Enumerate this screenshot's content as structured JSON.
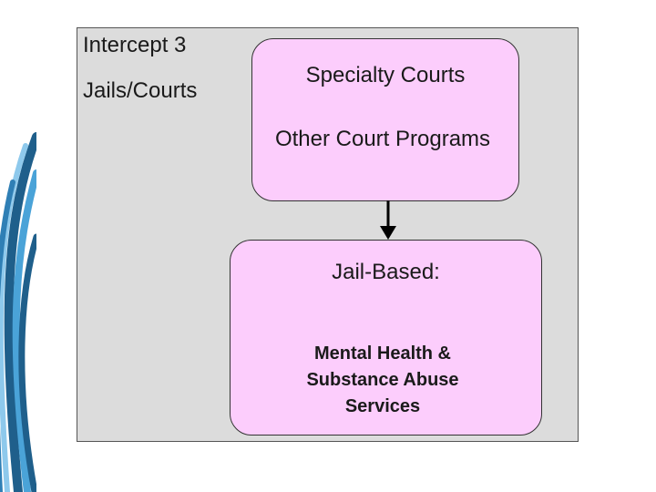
{
  "intercept": {
    "title": "Intercept 3",
    "subtitle": "Jails/Courts"
  },
  "courts_box": {
    "line1": "Specialty Courts",
    "line2": "Other Court Programs"
  },
  "jail_box": {
    "heading": "Jail-Based:",
    "services": "Mental Health & Substance Abuse Services"
  },
  "colors": {
    "panel_bg": "#dcdcdc",
    "box_fill": "#fccdfc",
    "decoration_blue_dark": "#1f5f8b",
    "decoration_blue_light": "#4aa3d8"
  },
  "icons": {
    "decoration": "blue-wave-stripes",
    "connector": "arrow-down-icon"
  }
}
